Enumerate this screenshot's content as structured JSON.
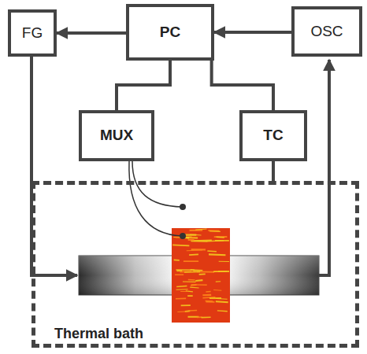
{
  "diagram": {
    "nodes": [
      {
        "text": [
          "FG"
        ]
      },
      {
        "text": [
          "PC"
        ]
      },
      {
        "text": [
          "OSC"
        ]
      },
      {
        "text": [
          "MUX"
        ]
      },
      {
        "text": [
          "TC"
        ]
      },
      {
        "text": [
          "Thermal bath"
        ]
      }
    ],
    "edges": [
      {
        "from": 1,
        "to": 0,
        "arrow": "to"
      },
      {
        "from": 2,
        "to": 1,
        "arrow": "to"
      },
      {
        "from": 1,
        "to": 3,
        "arrow": "none"
      },
      {
        "from": 1,
        "to": 4,
        "arrow": "none"
      },
      {
        "from": 4,
        "to": 5,
        "arrow": "none"
      }
    ]
  }
}
